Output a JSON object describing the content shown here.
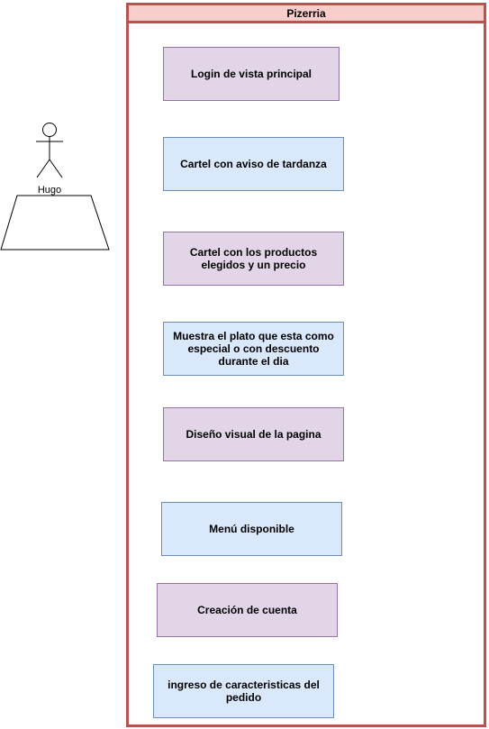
{
  "actor": {
    "name": "Hugo",
    "icon": "stick-figure-icon"
  },
  "system": {
    "title": "Pizerria",
    "colors": {
      "border": "#b85450",
      "header_fill": "#f8cecc"
    }
  },
  "use_cases": [
    {
      "label": "Login de vista principal",
      "style": "purple"
    },
    {
      "label": "Cartel con aviso de tardanza",
      "style": "blue"
    },
    {
      "label": "Cartel con los productos elegidos y un precio",
      "style": "purple"
    },
    {
      "label": "Muestra el plato que esta como especial o con descuento  durante el dia",
      "style": "blue"
    },
    {
      "label": "Diseño visual de la pagina",
      "style": "purple"
    },
    {
      "label": "Menú disponible",
      "style": "blue"
    },
    {
      "label": "Creación de cuenta",
      "style": "purple"
    },
    {
      "label": "ingreso de caracteristicas del pedido",
      "style": "blue"
    }
  ],
  "palette": {
    "purple_fill": "#e1d5e7",
    "purple_stroke": "#9673a6",
    "blue_fill": "#dae8fc",
    "blue_stroke": "#6c8ebf"
  }
}
